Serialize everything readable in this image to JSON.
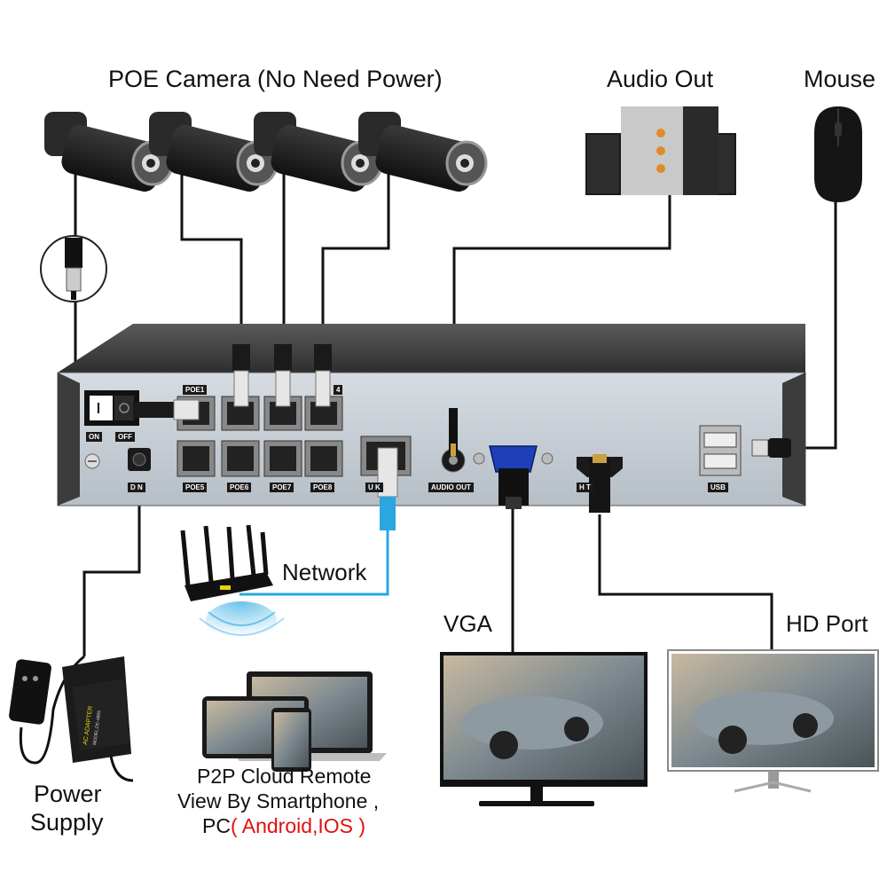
{
  "labels": {
    "poe_camera": "POE Camera (No Need Power)",
    "audio_out": "Audio Out",
    "mouse": "Mouse",
    "network": "Network",
    "vga": "VGA",
    "hd_port": "HD Port",
    "power_supply_line1": "Power",
    "power_supply_line2": "Supply",
    "p2p_line1": "P2P Cloud Remote",
    "p2p_line2": "View By Smartphone ,",
    "p2p_line3_prefix": "PC",
    "p2p_line3_red": "( Android,IOS )"
  },
  "panel_labels": {
    "poe1": "POE1",
    "poe4": "4",
    "poe5": "POE5",
    "poe6": "POE6",
    "poe7": "POE7",
    "poe8": "POE8",
    "on": "ON",
    "off": "OFF",
    "dcin": "D   N",
    "uplink": "U    K",
    "audio_out_port": "AUDIO OUT",
    "hdmi_port": "H    T",
    "usb": "USB"
  },
  "adapter_text": {
    "brand": "AC ADAPTER",
    "model": "MODEL:DC-4805"
  },
  "colors": {
    "nvr_body": "#3a3a3a",
    "panel": "#c9d0d7",
    "cable": "#111111",
    "network_cable": "#2aa7e0",
    "vga_port": "#1d3fb8",
    "label_red": "#e01010"
  }
}
